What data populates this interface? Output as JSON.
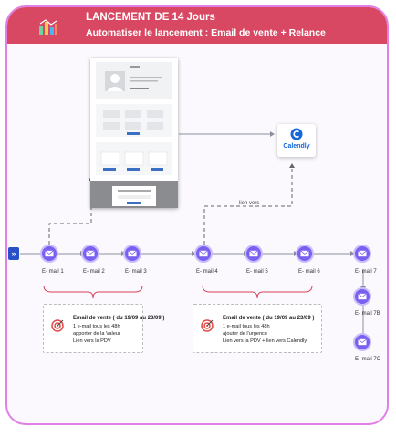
{
  "header": {
    "title": "LANCEMENT DE 14 Jours",
    "subtitle": "Automatiser le lancement : Email de vente + Relance"
  },
  "nodes": [
    {
      "label": "E- mail 1"
    },
    {
      "label": "E- mail 2"
    },
    {
      "label": "E- mail 3"
    },
    {
      "label": "E- mail 4"
    },
    {
      "label": "E- mail 5"
    },
    {
      "label": "E- mail 6"
    },
    {
      "label": "E- mail 7"
    },
    {
      "label": "E- mail 7B"
    },
    {
      "label": "E- mail 7C"
    }
  ],
  "link_label": "lien vers",
  "calendly": {
    "label": "Calendly"
  },
  "cards": [
    {
      "title": "Email de vente ( du 19/09 au 23/09 )",
      "lines": [
        "1 e-mail tous les 48h",
        "apporter de la Valeur",
        "Lien vers la PDV"
      ]
    },
    {
      "title": "Email de vente ( du 19/09 au 23/09 )",
      "lines": [
        "1 e-mail tous les 48h",
        "ajouter de l'urgence",
        "Lien vers la PDV + lien vers Calendly"
      ]
    }
  ],
  "colors": {
    "header": "#d94862",
    "border": "#e080e6",
    "node": "#7b5ff0",
    "line": "#8a8fa0",
    "bracket": "#d9445a"
  }
}
